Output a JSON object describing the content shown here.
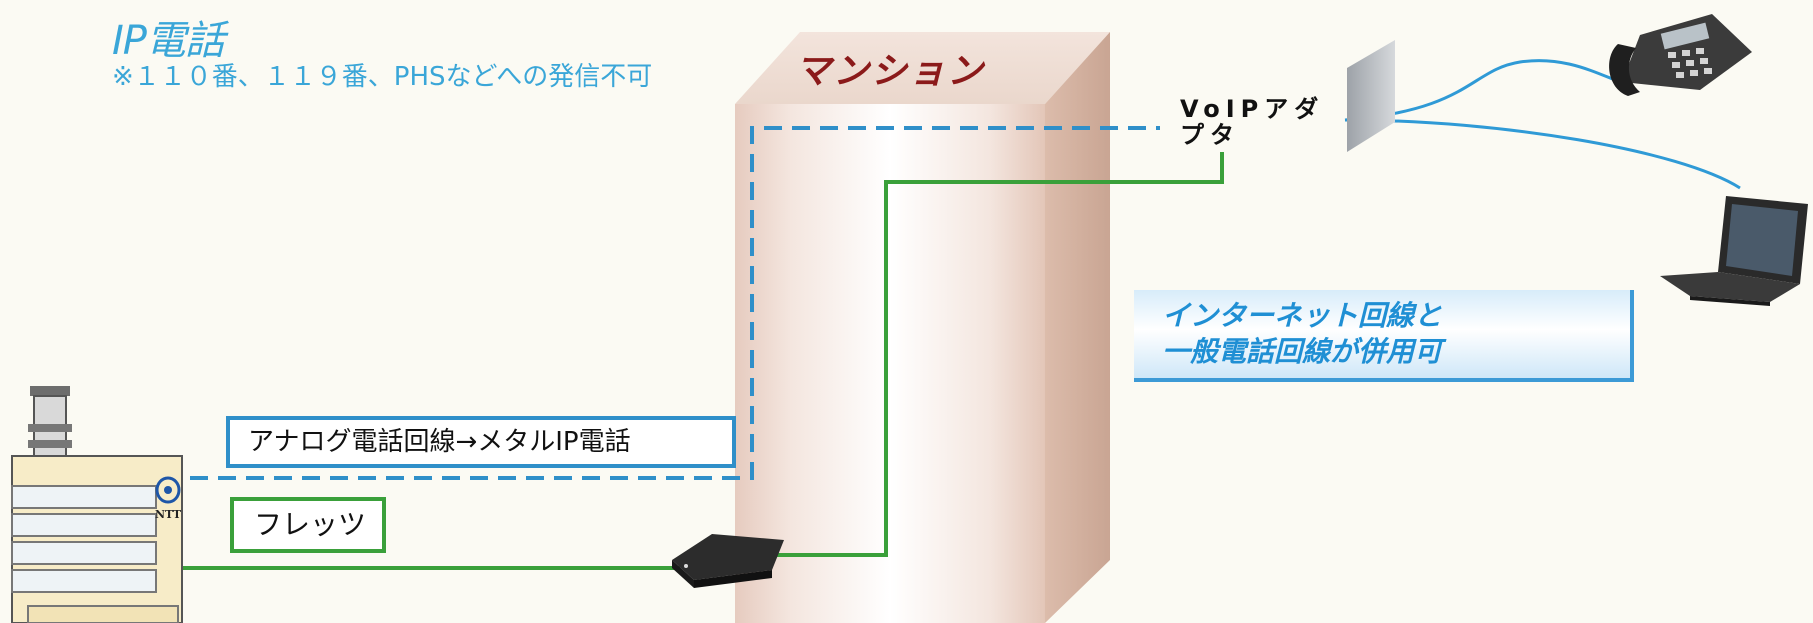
{
  "title": "IP電話",
  "subtitle": "※１１０番、１１９番、PHSなどへの発信不可",
  "building_label": "マンション",
  "voip_adapter_label": "VoIPアダプタ",
  "analog_line_label": "アナログ電話回線→メタルIP電話",
  "flets_label": "フレッツ",
  "feature_label_line1": "インターネット回線と",
  "feature_label_line2": "一般電話回線が併用可",
  "ntt_label": "NTT",
  "colors": {
    "ip_line": "#2f8fc9",
    "flets_line": "#3aa03a",
    "building": "#ead3c7",
    "title_blue": "#3aa6d8",
    "building_label": "#8b1a1a"
  },
  "icons": [
    "ntt-exchange-building-icon",
    "router-icon",
    "desk-phone-icon",
    "laptop-icon",
    "wall-panel-icon"
  ]
}
